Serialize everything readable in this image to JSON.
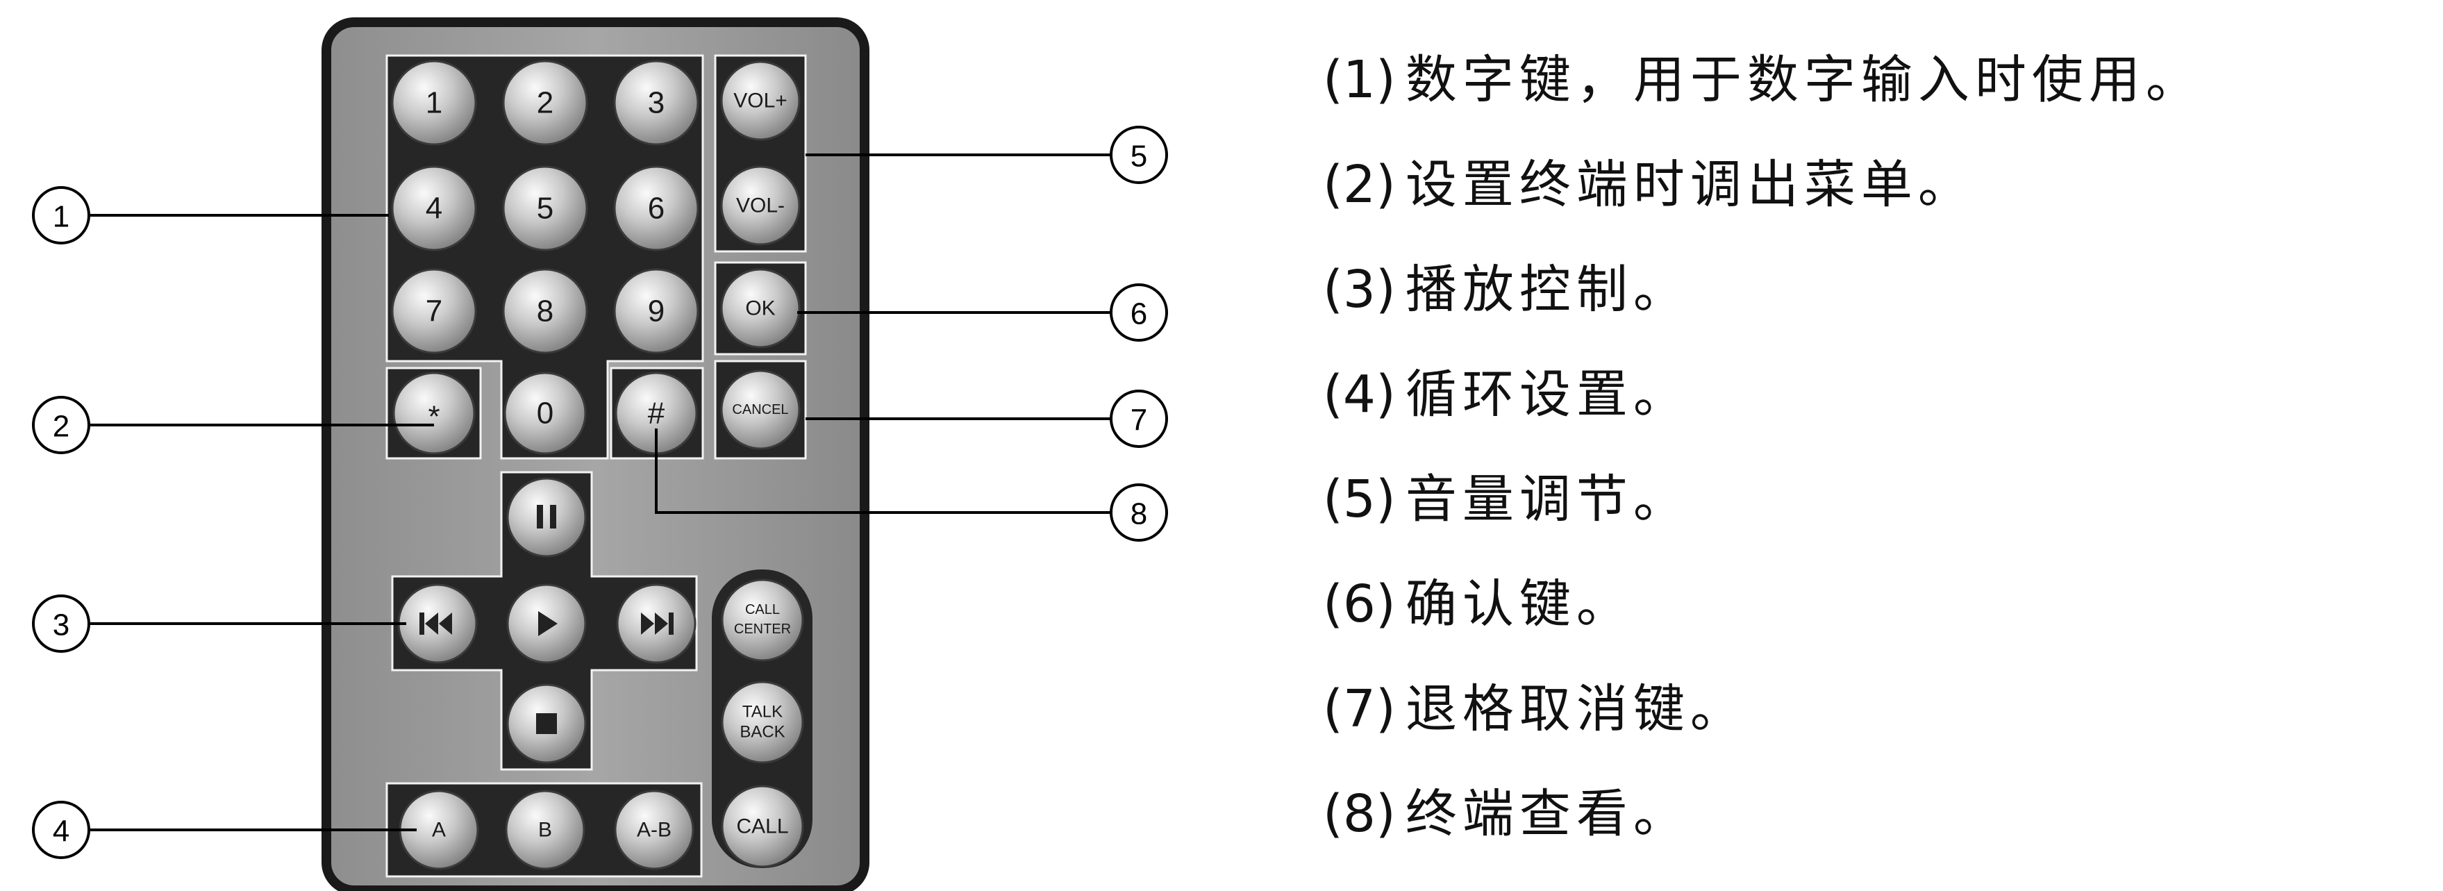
{
  "callouts": [
    "①",
    "②",
    "③",
    "④",
    "⑤",
    "⑥",
    "⑦",
    "⑧"
  ],
  "remote": {
    "number_keys": [
      "1",
      "2",
      "3",
      "4",
      "5",
      "6",
      "7",
      "8",
      "9"
    ],
    "star_key": "*",
    "zero_key": "0",
    "hash_key": "#",
    "vol_up": "VOL+",
    "vol_down": "VOL-",
    "ok": "OK",
    "cancel": "CANCEL",
    "call_center": [
      "CALL",
      "CENTER"
    ],
    "talk_back": [
      "TALK",
      "BACK"
    ],
    "call": "CALL",
    "a_key": "A",
    "b_key": "B",
    "ab_key": "A-B"
  },
  "legend": [
    {
      "mark": "(1)",
      "text": "数字键，用于数字输入时使用。"
    },
    {
      "mark": "(2)",
      "text": "设置终端时调出菜单。"
    },
    {
      "mark": "(3)",
      "text": "播放控制。"
    },
    {
      "mark": "(4)",
      "text": "循环设置。"
    },
    {
      "mark": "(5)",
      "text": "音量调节。"
    },
    {
      "mark": "(6)",
      "text": "确认键。"
    },
    {
      "mark": "(7)",
      "text": "退格取消键。"
    },
    {
      "mark": "(8)",
      "text": "终端查看。"
    }
  ]
}
